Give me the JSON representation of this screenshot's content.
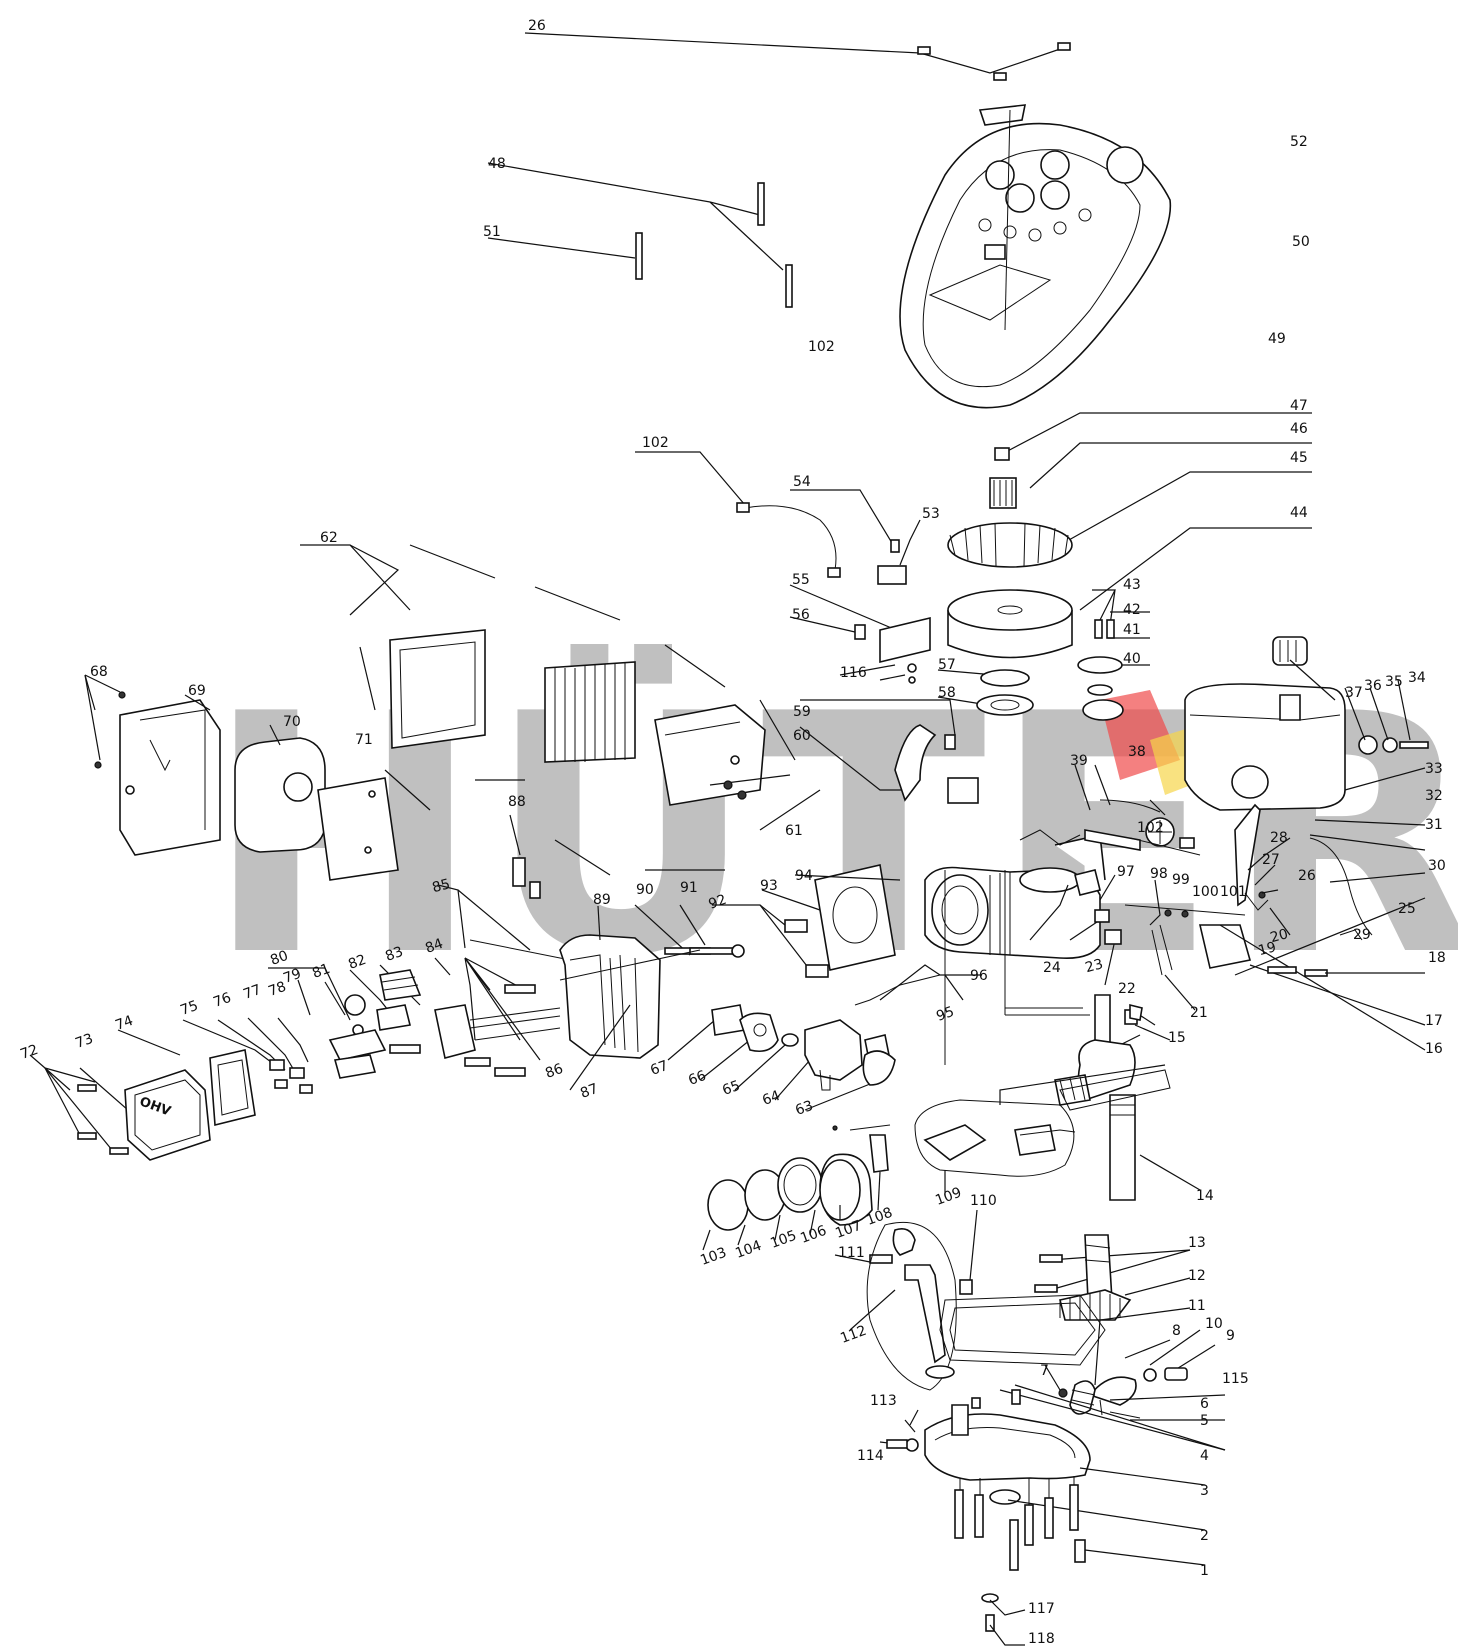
{
  "watermark": {
    "text": "HÜTER",
    "color": "#8c8c8c",
    "accent_red": "#f04a4a",
    "accent_yellow": "#f7d64a"
  },
  "part_labels": [
    {
      "id": "l26a",
      "text": "26"
    },
    {
      "id": "l52",
      "text": "52"
    },
    {
      "id": "l48",
      "text": "48"
    },
    {
      "id": "l51",
      "text": "51"
    },
    {
      "id": "l50",
      "text": "50"
    },
    {
      "id": "l49",
      "text": "49"
    },
    {
      "id": "l102a",
      "text": "102"
    },
    {
      "id": "l47",
      "text": "47"
    },
    {
      "id": "l46",
      "text": "46"
    },
    {
      "id": "l45",
      "text": "45"
    },
    {
      "id": "l102b",
      "text": "102"
    },
    {
      "id": "l54",
      "text": "54"
    },
    {
      "id": "l53",
      "text": "53"
    },
    {
      "id": "l44",
      "text": "44"
    },
    {
      "id": "l62",
      "text": "62"
    },
    {
      "id": "l55",
      "text": "55"
    },
    {
      "id": "l56",
      "text": "56"
    },
    {
      "id": "l43",
      "text": "43"
    },
    {
      "id": "l42",
      "text": "42"
    },
    {
      "id": "l41",
      "text": "41"
    },
    {
      "id": "l40",
      "text": "40"
    },
    {
      "id": "l116",
      "text": "116"
    },
    {
      "id": "l57",
      "text": "57"
    },
    {
      "id": "l58",
      "text": "58"
    },
    {
      "id": "l68",
      "text": "68"
    },
    {
      "id": "l69",
      "text": "69"
    },
    {
      "id": "l70",
      "text": "70"
    },
    {
      "id": "l71",
      "text": "71"
    },
    {
      "id": "l59",
      "text": "59"
    },
    {
      "id": "l60",
      "text": "60"
    },
    {
      "id": "l37",
      "text": "37"
    },
    {
      "id": "l36",
      "text": "36"
    },
    {
      "id": "l35",
      "text": "35"
    },
    {
      "id": "l34",
      "text": "34"
    },
    {
      "id": "l33",
      "text": "33"
    },
    {
      "id": "l38",
      "text": "38"
    },
    {
      "id": "l39",
      "text": "39"
    },
    {
      "id": "l102c",
      "text": "102"
    },
    {
      "id": "l32",
      "text": "32"
    },
    {
      "id": "l31",
      "text": "31"
    },
    {
      "id": "l88",
      "text": "88"
    },
    {
      "id": "l61",
      "text": "61"
    },
    {
      "id": "l30",
      "text": "30"
    },
    {
      "id": "l28",
      "text": "28"
    },
    {
      "id": "l27",
      "text": "27"
    },
    {
      "id": "l26b",
      "text": "26"
    },
    {
      "id": "l97",
      "text": "97"
    },
    {
      "id": "l98",
      "text": "98"
    },
    {
      "id": "l99",
      "text": "99"
    },
    {
      "id": "l100",
      "text": "100"
    },
    {
      "id": "l101",
      "text": "101"
    },
    {
      "id": "l93",
      "text": "93"
    },
    {
      "id": "l94",
      "text": "94"
    },
    {
      "id": "l92",
      "text": "92"
    },
    {
      "id": "l91",
      "text": "91"
    },
    {
      "id": "l90",
      "text": "90"
    },
    {
      "id": "l89",
      "text": "89"
    },
    {
      "id": "l85",
      "text": "85"
    },
    {
      "id": "l25",
      "text": "25"
    },
    {
      "id": "l29",
      "text": "29"
    },
    {
      "id": "l20",
      "text": "20"
    },
    {
      "id": "l19",
      "text": "19"
    },
    {
      "id": "l24",
      "text": "24"
    },
    {
      "id": "l23",
      "text": "23"
    },
    {
      "id": "l22",
      "text": "22"
    },
    {
      "id": "l18",
      "text": "18"
    },
    {
      "id": "l80",
      "text": "80"
    },
    {
      "id": "l81",
      "text": "81"
    },
    {
      "id": "l82",
      "text": "82"
    },
    {
      "id": "l83",
      "text": "83"
    },
    {
      "id": "l84",
      "text": "84"
    },
    {
      "id": "l96",
      "text": "96"
    },
    {
      "id": "l95",
      "text": "95"
    },
    {
      "id": "l21",
      "text": "21"
    },
    {
      "id": "l17",
      "text": "17"
    },
    {
      "id": "l74",
      "text": "74"
    },
    {
      "id": "l75",
      "text": "75"
    },
    {
      "id": "l76",
      "text": "76"
    },
    {
      "id": "l77",
      "text": "77"
    },
    {
      "id": "l78",
      "text": "78"
    },
    {
      "id": "l79",
      "text": "79"
    },
    {
      "id": "l73",
      "text": "73"
    },
    {
      "id": "l72",
      "text": "72"
    },
    {
      "id": "l15",
      "text": "15"
    },
    {
      "id": "l16",
      "text": "16"
    },
    {
      "id": "l86",
      "text": "86"
    },
    {
      "id": "l87",
      "text": "87"
    },
    {
      "id": "l67",
      "text": "67"
    },
    {
      "id": "l66",
      "text": "66"
    },
    {
      "id": "l65",
      "text": "65"
    },
    {
      "id": "l64",
      "text": "64"
    },
    {
      "id": "l63",
      "text": "63"
    },
    {
      "id": "l14",
      "text": "14"
    },
    {
      "id": "l109",
      "text": "109"
    },
    {
      "id": "l110",
      "text": "110"
    },
    {
      "id": "l108",
      "text": "108"
    },
    {
      "id": "l107",
      "text": "107"
    },
    {
      "id": "l106",
      "text": "106"
    },
    {
      "id": "l105",
      "text": "105"
    },
    {
      "id": "l104",
      "text": "104"
    },
    {
      "id": "l103",
      "text": "103"
    },
    {
      "id": "l111",
      "text": "111"
    },
    {
      "id": "l13",
      "text": "13"
    },
    {
      "id": "l12",
      "text": "12"
    },
    {
      "id": "l112",
      "text": "112"
    },
    {
      "id": "l11",
      "text": "11"
    },
    {
      "id": "l10",
      "text": "10"
    },
    {
      "id": "l9",
      "text": "9"
    },
    {
      "id": "l8",
      "text": "8"
    },
    {
      "id": "l115",
      "text": "115"
    },
    {
      "id": "l7",
      "text": "7"
    },
    {
      "id": "l6",
      "text": "6"
    },
    {
      "id": "l5",
      "text": "5"
    },
    {
      "id": "l113",
      "text": "113"
    },
    {
      "id": "l114",
      "text": "114"
    },
    {
      "id": "l4",
      "text": "4"
    },
    {
      "id": "l3",
      "text": "3"
    },
    {
      "id": "l2",
      "text": "2"
    },
    {
      "id": "l1",
      "text": "1"
    },
    {
      "id": "l117",
      "text": "117"
    },
    {
      "id": "l118",
      "text": "118"
    }
  ],
  "parts_text": {
    "valve_cover_marking": "OHV"
  }
}
